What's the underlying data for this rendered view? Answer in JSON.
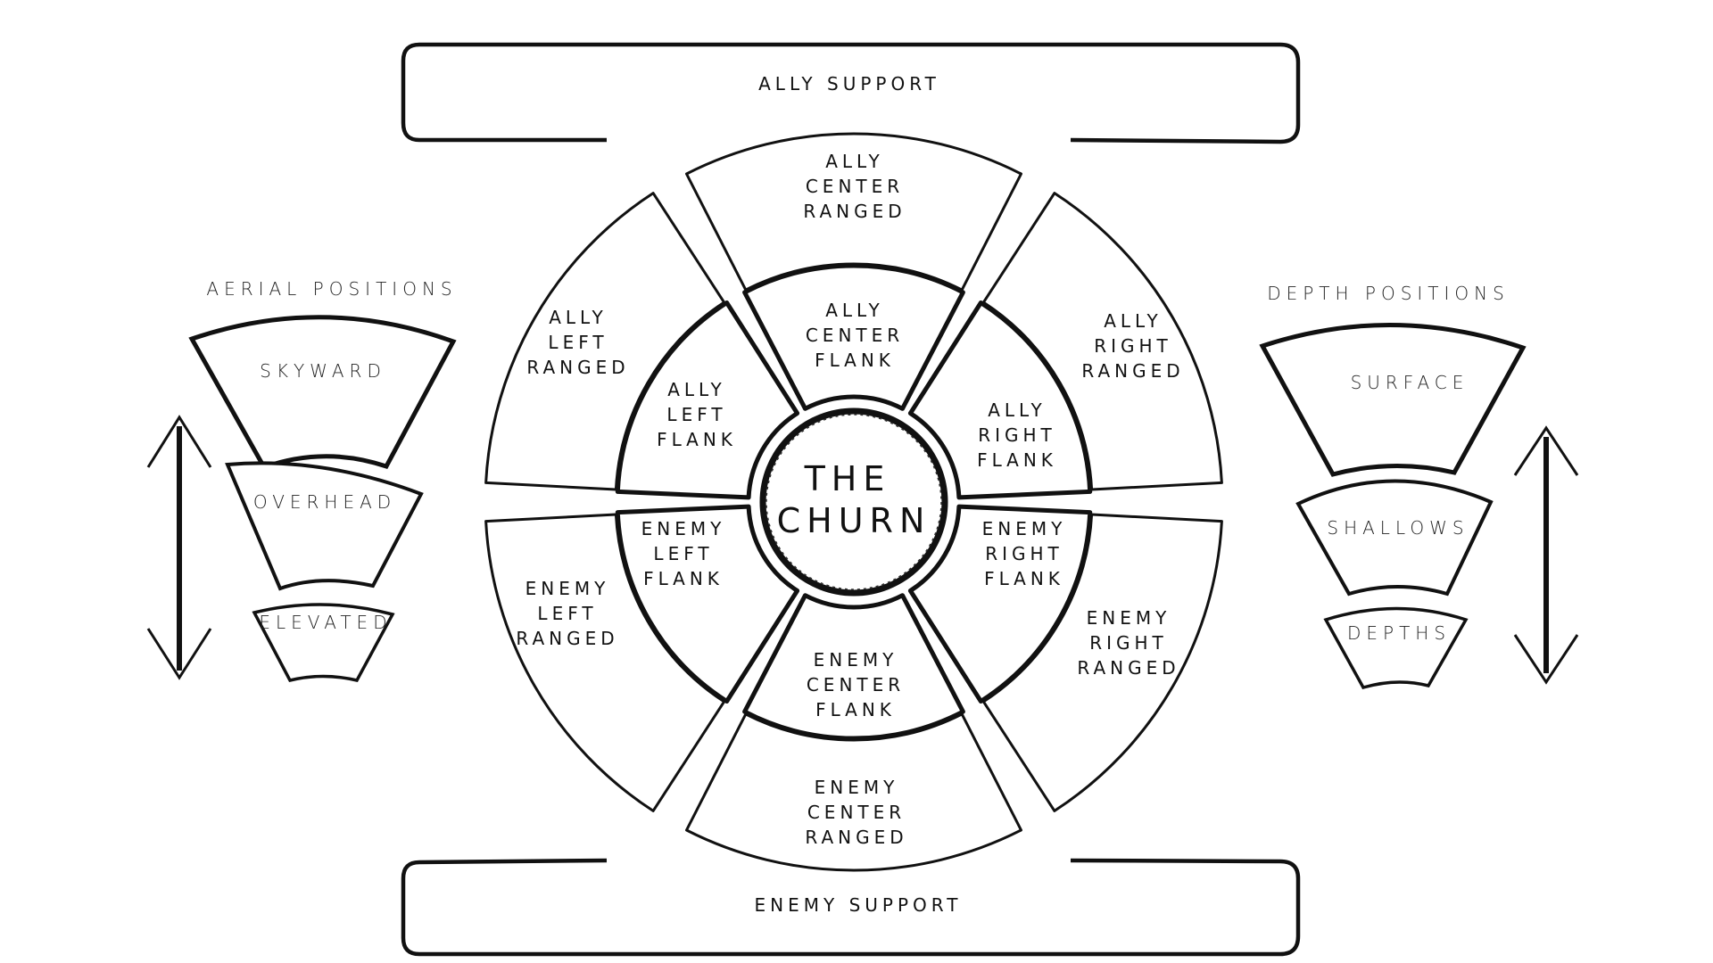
{
  "support": {
    "ally": "ALLY SUPPORT",
    "enemy": "ENEMY SUPPORT"
  },
  "center": {
    "line1": "THE",
    "line2": "CHURN"
  },
  "inner_ring": {
    "ally_center_flank": [
      "ALLY",
      "CENTER",
      "FLANK"
    ],
    "ally_left_flank": [
      "ALLY",
      "LEFT",
      "FLANK"
    ],
    "ally_right_flank": [
      "ALLY",
      "RIGHT",
      "FLANK"
    ],
    "enemy_left_flank": [
      "ENEMY",
      "LEFT",
      "FLANK"
    ],
    "enemy_right_flank": [
      "ENEMY",
      "RIGHT",
      "FLANK"
    ],
    "enemy_center_flank": [
      "ENEMY",
      "CENTER",
      "FLANK"
    ]
  },
  "outer_ring": {
    "ally_center_ranged": [
      "ALLY",
      "CENTER",
      "RANGED"
    ],
    "ally_left_ranged": [
      "ALLY",
      "LEFT",
      "RANGED"
    ],
    "ally_right_ranged": [
      "ALLY",
      "RIGHT",
      "RANGED"
    ],
    "enemy_left_ranged": [
      "ENEMY",
      "LEFT",
      "RANGED"
    ],
    "enemy_right_ranged": [
      "ENEMY",
      "RIGHT",
      "RANGED"
    ],
    "enemy_center_ranged": [
      "ENEMY",
      "CENTER",
      "RANGED"
    ]
  },
  "aerial": {
    "title": "AERIAL POSITIONS",
    "levels": [
      "SKYWARD",
      "OVERHEAD",
      "ELEVATED"
    ]
  },
  "depth": {
    "title": "DEPTH POSITIONS",
    "levels": [
      "SURFACE",
      "SHALLOWS",
      "DEPTHS"
    ]
  }
}
